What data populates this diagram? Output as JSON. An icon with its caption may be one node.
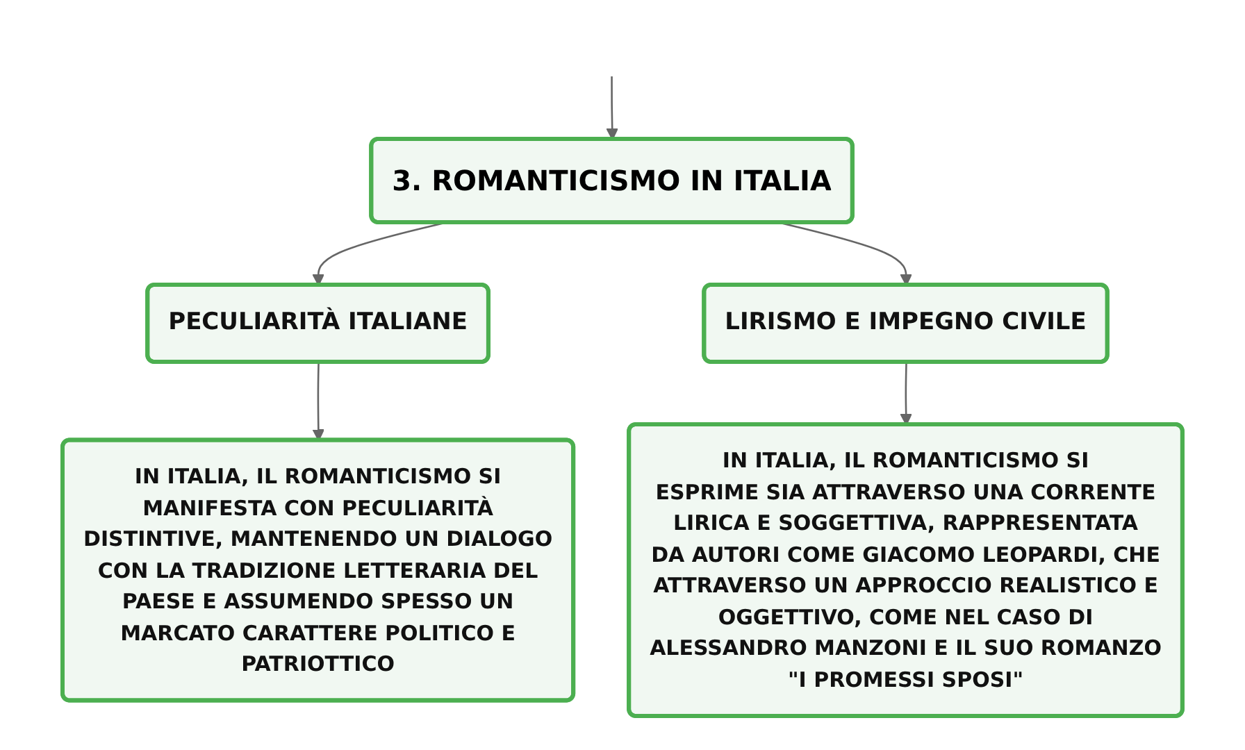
{
  "diagram": {
    "nodes": [
      {
        "text": [
          "3. ROMANTICISMO IN ITALIA"
        ]
      },
      {
        "text": [
          "PECULIARITÀ ITALIANE"
        ]
      },
      {
        "text": [
          "LIRISMO E IMPEGNO CIVILE"
        ]
      },
      {
        "text": [
          "IN ITALIA, IL ROMANTICISMO SI MANIFESTA CON PECULIARITÀ DISTINTIVE, MANTENENDO UN DIALOGO CON LA TRADIZIONE LETTERARIA DEL PAESE E ASSUMENDO SPESSO UN MARCATO CARATTERE POLITICO E PATRIOTTICO"
        ]
      },
      {
        "text": [
          "IN ITALIA, IL ROMANTICISMO SI ESPRIME SIA ATTRAVERSO UNA CORRENTE LIRICA E SOGGETTIVA, RAPPRESENTATA DA AUTORI COME GIACOMO LEOPARDI, CHE ATTRAVERSO UN APPROCCIO REALISTICO E OGGETTIVO, COME NEL CASO DI ALESSANDRO MANZONI E IL SUO ROMANZO \"I PROMESSI SPOSI\""
        ]
      }
    ],
    "edges": [
      {
        "from": null,
        "to": 0,
        "arrow": "to"
      },
      {
        "from": 0,
        "to": 1,
        "arrow": "to"
      },
      {
        "from": 0,
        "to": 2,
        "arrow": "to"
      },
      {
        "from": 1,
        "to": 3,
        "arrow": "to"
      },
      {
        "from": 2,
        "to": 4,
        "arrow": "to"
      }
    ]
  }
}
